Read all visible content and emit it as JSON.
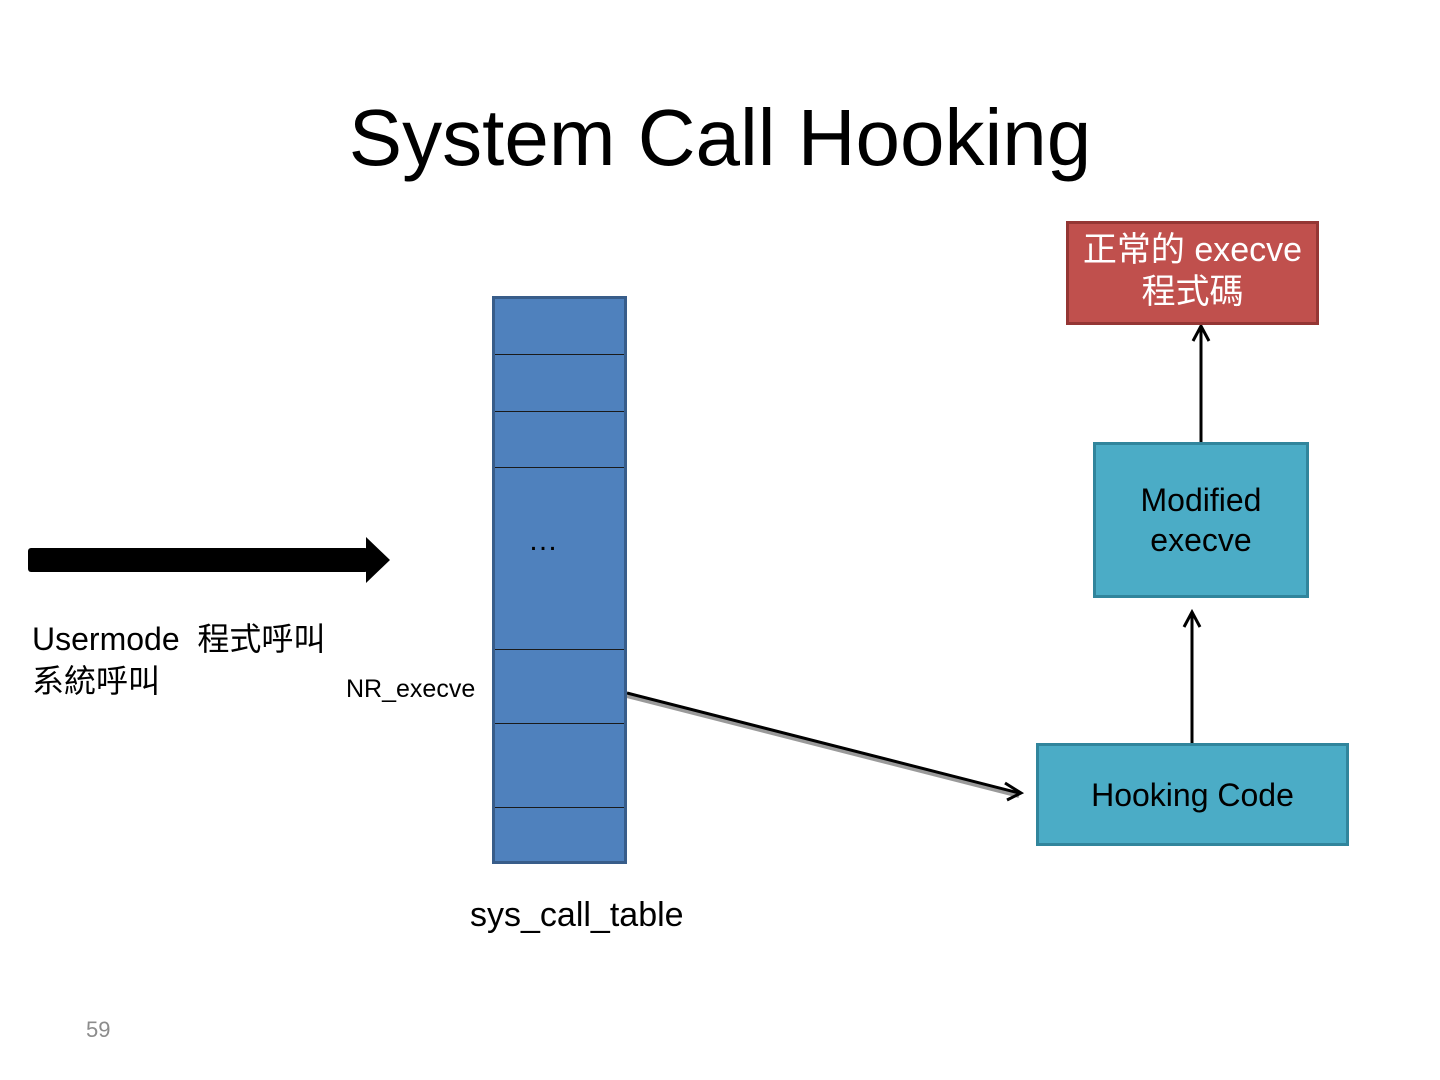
{
  "slide": {
    "title": "System Call Hooking",
    "page_number": "59"
  },
  "usermode": {
    "line1": "Usermode  程式呼叫",
    "line2": "系統呼叫"
  },
  "sys_call_table": {
    "label": "sys_call_table",
    "dots": "…",
    "entry_label": "NR_execve",
    "fill_color": "#4f81bd"
  },
  "boxes": {
    "normal_execve": {
      "text": "正常的 execve 程式碼",
      "color": "#c0504d"
    },
    "modified_execve": {
      "line1": "Modified",
      "line2": "execve",
      "color": "#4bacc6"
    },
    "hooking_code": {
      "text": "Hooking Code",
      "color": "#4bacc6"
    }
  }
}
